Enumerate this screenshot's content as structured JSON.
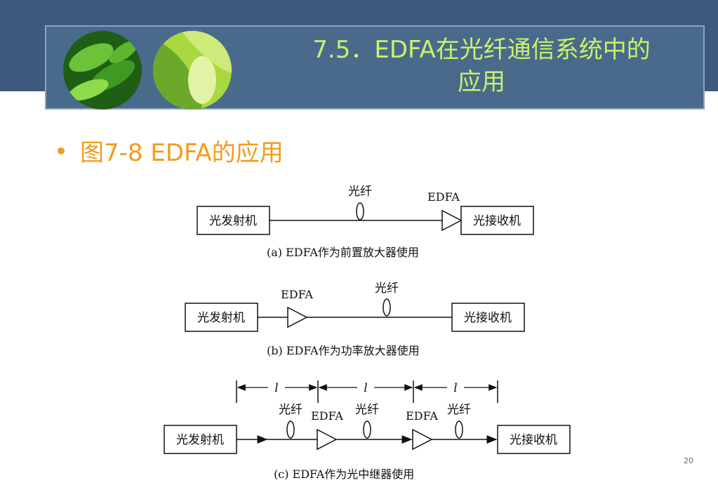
{
  "slide": {
    "title_line1": "7.5．EDFA在光纤通信系统中的",
    "title_line2": "应用",
    "bullet": "图7-8 EDFA的应用",
    "page_number": "20"
  },
  "diagram": {
    "transmitter": "光发射机",
    "receiver": "光接收机",
    "fiber": "光纤",
    "edfa": "EDFA",
    "span": "l",
    "caption_a": "(a)  EDFA作为前置放大器使用",
    "caption_b": "(b)  EDFA作为功率放大器使用",
    "caption_c": "(c)  EDFA作为光中继器使用"
  },
  "colors": {
    "band": "#3d5a7d",
    "title_box": "#4a6a8c",
    "title_text": "#c8f26a",
    "bullet": "#f39a1e"
  }
}
